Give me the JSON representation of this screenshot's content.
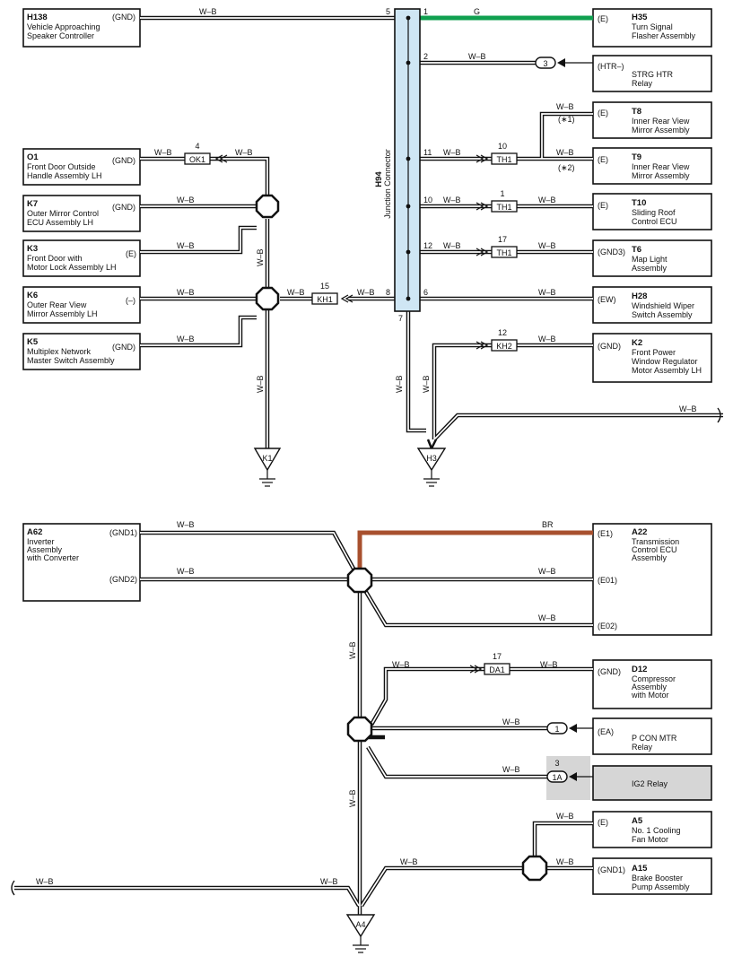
{
  "wire_color": {
    "wb": "W–B",
    "g": "G",
    "br": "BR"
  },
  "colors": {
    "green": "#10a050",
    "brown": "#a8502e",
    "jc_fill": "#cfe6f4",
    "relay_fill": "#d6d6d6"
  },
  "top": {
    "junction": {
      "code": "H94",
      "name": "Junction Connector"
    },
    "jc_pins": {
      "p5": "5",
      "p1": "1",
      "p2": "2",
      "p11": "11",
      "p10": "10",
      "p12": "12",
      "p8": "8",
      "p6": "6",
      "p7": "7"
    },
    "components": {
      "h138": {
        "code": "H138",
        "line1": "Vehicle Approaching",
        "line2": "Speaker Controller",
        "pin": "(GND)"
      },
      "o1": {
        "code": "O1",
        "line1": "Front Door Outside",
        "line2": "Handle Assembly LH",
        "pin": "(GND)"
      },
      "k7": {
        "code": "K7",
        "line1": "Outer Mirror Control",
        "line2": "ECU Assembly LH",
        "pin": "(GND)"
      },
      "k3": {
        "code": "K3",
        "line1": "Front Door with",
        "line2": "Motor Lock Assembly LH",
        "pin": "(E)"
      },
      "k6": {
        "code": "K6",
        "line1": "Outer Rear View",
        "line2": "Mirror Assembly LH",
        "pin": "(–)"
      },
      "k5": {
        "code": "K5",
        "line1": "Multiplex Network",
        "line2": "Master Switch Assembly",
        "pin": "(GND)"
      },
      "h35": {
        "code": "H35",
        "line1": "Turn Signal",
        "line2": "Flasher Assembly",
        "pin": "(E)"
      },
      "strg": {
        "line1": "STRG HTR",
        "line2": "Relay",
        "pin": "(HTR–)"
      },
      "t8": {
        "code": "T8",
        "line1": "Inner Rear View",
        "line2": "Mirror Assembly",
        "pin": "(E)"
      },
      "t9": {
        "code": "T9",
        "line1": "Inner Rear View",
        "line2": "Mirror Assembly",
        "pin": "(E)"
      },
      "t10": {
        "code": "T10",
        "line1": "Sliding Roof",
        "line2": "Control ECU",
        "pin": "(E)"
      },
      "t6": {
        "code": "T6",
        "line1": "Map Light",
        "line2": "Assembly",
        "pin": "(GND3)"
      },
      "h28": {
        "code": "H28",
        "line1": "Windshield Wiper",
        "line2": "Switch Assembly",
        "pin": "(EW)"
      },
      "k2": {
        "code": "K2",
        "line1": "Front Power",
        "line2": "Window Regulator",
        "line3": "Motor Assembly LH",
        "pin": "(GND)"
      }
    },
    "connectors": {
      "ok1": {
        "id": "OK1",
        "pin": "4"
      },
      "kh1": {
        "id": "KH1",
        "pin": "15"
      },
      "th1a": {
        "id": "TH1",
        "pin": "10"
      },
      "th1b": {
        "id": "TH1",
        "pin": "1"
      },
      "th1c": {
        "id": "TH1",
        "pin": "17"
      },
      "kh2": {
        "id": "KH2",
        "pin": "12"
      },
      "htr": {
        "pin": "3"
      }
    },
    "notes": {
      "n1": "(∗1)",
      "n2": "(∗2)"
    },
    "grounds": {
      "k1": "K1",
      "h3": "H3"
    }
  },
  "bottom": {
    "components": {
      "a62": {
        "code": "A62",
        "line1": "Inverter",
        "line2": "Assembly",
        "line3": "with Converter",
        "pin1": "(GND1)",
        "pin2": "(GND2)"
      },
      "a22": {
        "code": "A22",
        "line1": "Transmission",
        "line2": "Control ECU",
        "line3": "Assembly",
        "pin1": "(E1)",
        "pin2": "(E01)",
        "pin3": "(E02)"
      },
      "d12": {
        "code": "D12",
        "line1": "Compressor",
        "line2": "Assembly",
        "line3": "with Motor",
        "pin": "(GND)"
      },
      "pcon": {
        "line1": "P CON MTR",
        "line2": "Relay",
        "pin": "(EA)"
      },
      "ig2": {
        "name": "IG2 Relay"
      },
      "a5": {
        "code": "A5",
        "line1": "No. 1 Cooling",
        "line2": "Fan Motor",
        "pin": "(E)"
      },
      "a15": {
        "code": "A15",
        "line1": "Brake Booster",
        "line2": "Pump Assembly",
        "pin": "(GND1)"
      }
    },
    "connectors": {
      "da1": {
        "id": "DA1",
        "pin": "17"
      },
      "pcon": {
        "pin": "1"
      },
      "ig2": {
        "id": "1A",
        "pin": "3"
      }
    },
    "grounds": {
      "a4": "A4"
    }
  }
}
